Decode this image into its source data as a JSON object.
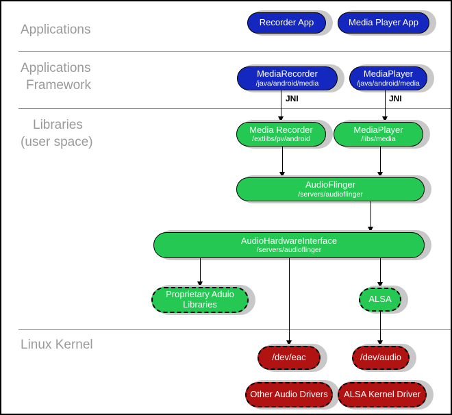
{
  "colors": {
    "blue": "#1428c0",
    "green": "#25c853",
    "red": "#b11212",
    "shadow": "#c8c8c8",
    "layer_label": "#9a9a9a"
  },
  "labels": {
    "layer1": "Applications",
    "layer2_line1": "Applications",
    "layer2_line2": "Framework",
    "layer3_line1": "Libraries",
    "layer3_line2": "(user space)",
    "layer4": "Linux Kernel",
    "jni": "JNI"
  },
  "nodes": {
    "recorder_app": {
      "title": "Recorder App"
    },
    "media_player_app": {
      "title": "Media Player App"
    },
    "media_recorder_fw": {
      "title": "MediaRecorder",
      "subtitle": "/java/android/media"
    },
    "media_player_fw": {
      "title": "MediaPlayer",
      "subtitle": "/java/android/media"
    },
    "media_recorder_lib": {
      "title": "Media Recorder",
      "subtitle": "/extlibs/pv/android"
    },
    "media_player_lib": {
      "title": "MediaPlayer",
      "subtitle": "/libs/media"
    },
    "audio_flinger": {
      "title": "AudioFlinger",
      "subtitle": "/servers/audioflinger"
    },
    "audio_hardware_interface": {
      "title": "AudioHardwareInterface",
      "subtitle": "/servers/audioflinger"
    },
    "proprietary_audio_libs": {
      "title": "Proprietary Aduio Libraries"
    },
    "alsa": {
      "title": "ALSA"
    },
    "dev_eac": {
      "title": "/dev/eac"
    },
    "dev_audio": {
      "title": "/dev/audio"
    },
    "other_audio_drivers": {
      "title": "Other Audio Drivers"
    },
    "alsa_kernel_driver": {
      "title": "ALSA Kernel Driver"
    }
  }
}
